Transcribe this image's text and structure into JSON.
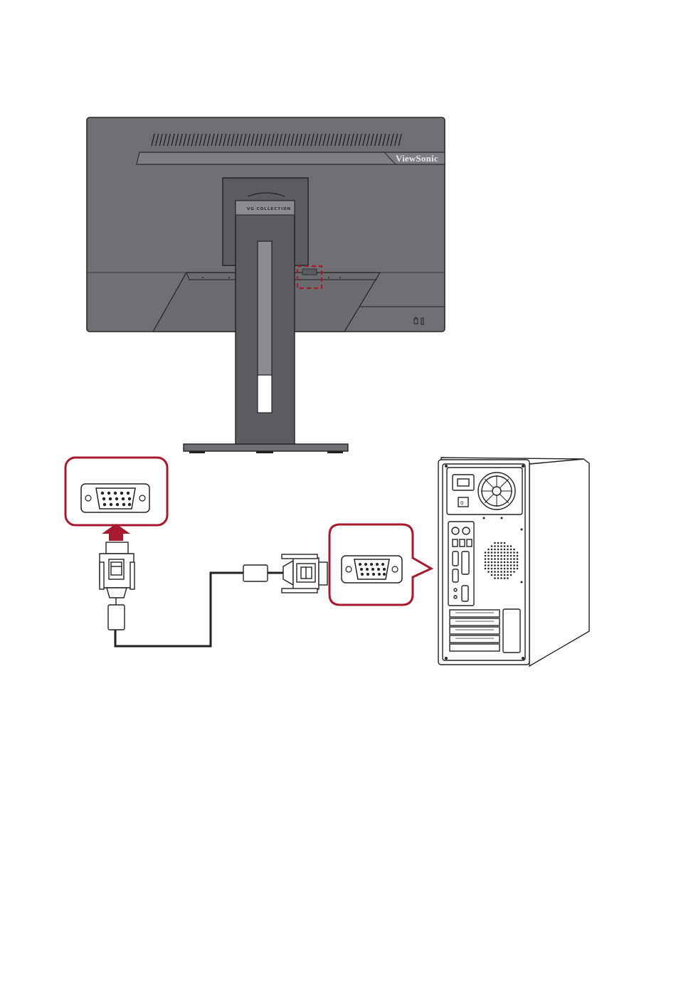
{
  "monitor": {
    "brand_logo": "ViewSonic",
    "series_label": "VG COLLECTION",
    "body_color": "#6e7073",
    "vga_port_highlight": "dashed-red-box"
  },
  "colors": {
    "accent": "#a6192e",
    "line": "#222222"
  },
  "callouts": {
    "monitor_port": "vga-port-icon",
    "computer_port": "vga-port-icon"
  },
  "cable": {
    "type": "VGA cable",
    "monitor_end_arrow": "up-arrow-icon"
  },
  "computer": {
    "type": "desktop-tower-rear"
  }
}
